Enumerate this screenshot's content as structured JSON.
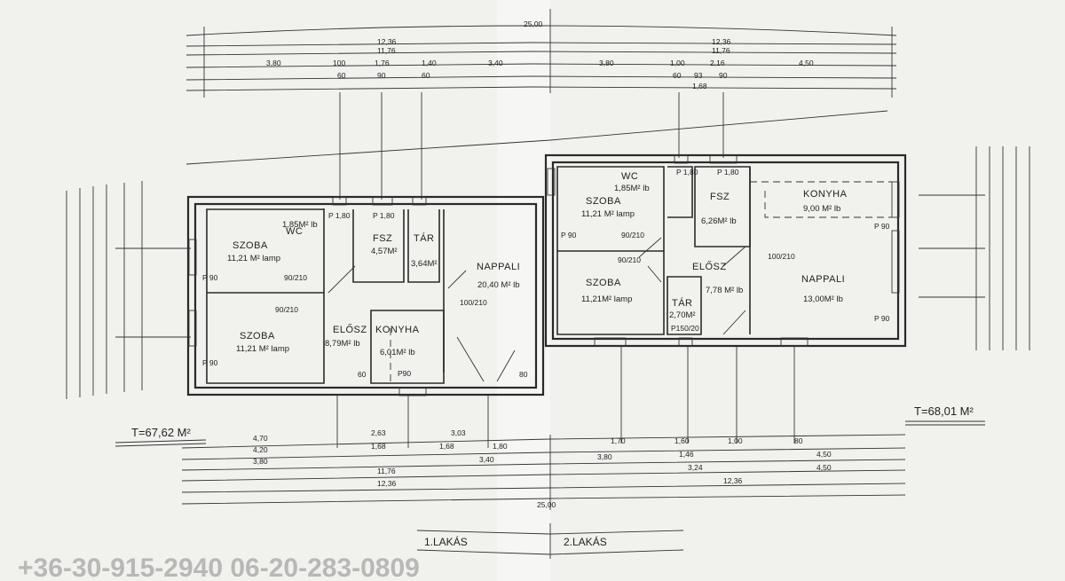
{
  "plan": {
    "unit1": {
      "label": "1.LAKÁS",
      "total": "T=67,62 M²",
      "rooms": [
        {
          "name": "SZOBA",
          "area": "11,21 M² lamp"
        },
        {
          "name": "WC",
          "area": "1,85M² lb"
        },
        {
          "name": "FSZ",
          "area": "4,57M²"
        },
        {
          "name": "TÁR",
          "area": "3,64M²"
        },
        {
          "name": "NAPPALI",
          "area": "20,40 M² lb"
        },
        {
          "name": "SZOBA",
          "area": "11,21 M² lamp"
        },
        {
          "name": "ELŐSZ",
          "area": "8,79M² lb"
        },
        {
          "name": "KONYHA",
          "area": "6,01M² lb"
        }
      ],
      "openings": [
        "P 1,80",
        "P 1,80",
        "P 90",
        "P 90",
        "P90",
        "90/210",
        "90/210",
        "100/210",
        "60",
        "80"
      ]
    },
    "unit2": {
      "label": "2.LAKÁS",
      "total": "T=68,01 M²",
      "rooms": [
        {
          "name": "SZOBA",
          "area": "11,21 M² lamp"
        },
        {
          "name": "WC",
          "area": "1,85M² lb"
        },
        {
          "name": "FSZ",
          "area": "6,26M² lb"
        },
        {
          "name": "KONYHA",
          "area": "9,00 M² lb"
        },
        {
          "name": "SZOBA",
          "area": "11,21M² lamp"
        },
        {
          "name": "ELŐSZ",
          "area": "7,78 M² lb"
        },
        {
          "name": "TÁR",
          "area": "2,70M²"
        },
        {
          "name": "NAPPALI",
          "area": "13,00M² lb"
        }
      ],
      "openings": [
        "P 90",
        "P 1,80",
        "P 1,80",
        "P 90",
        "P 90",
        "P150/20",
        "90/210",
        "90/210",
        "100/210"
      ]
    },
    "dimensions": {
      "overall": "25,00",
      "top_left": [
        "12,36",
        "11,76",
        "3,80",
        "100",
        "1,76",
        "1,40",
        "3,40",
        "60",
        "90",
        "60"
      ],
      "top_right": [
        "12,36",
        "11,76",
        "3,80",
        "1,00",
        "2,16",
        "4,50",
        "60",
        "93",
        "1,68",
        "90"
      ],
      "bottom_left": [
        "4,70",
        "4,20",
        "3,80",
        "2,63",
        "1,68",
        "1,68",
        "3,03",
        "1,80",
        "3,40",
        "11,76",
        "12,36"
      ],
      "bottom_right": [
        "1,70",
        "1,60",
        "1,00",
        "80",
        "3,80",
        "1,46",
        "3,24",
        "4,50",
        "4,50",
        "12,36"
      ]
    },
    "watermark": "+36-30-915-2940 06-20-283-0809"
  }
}
